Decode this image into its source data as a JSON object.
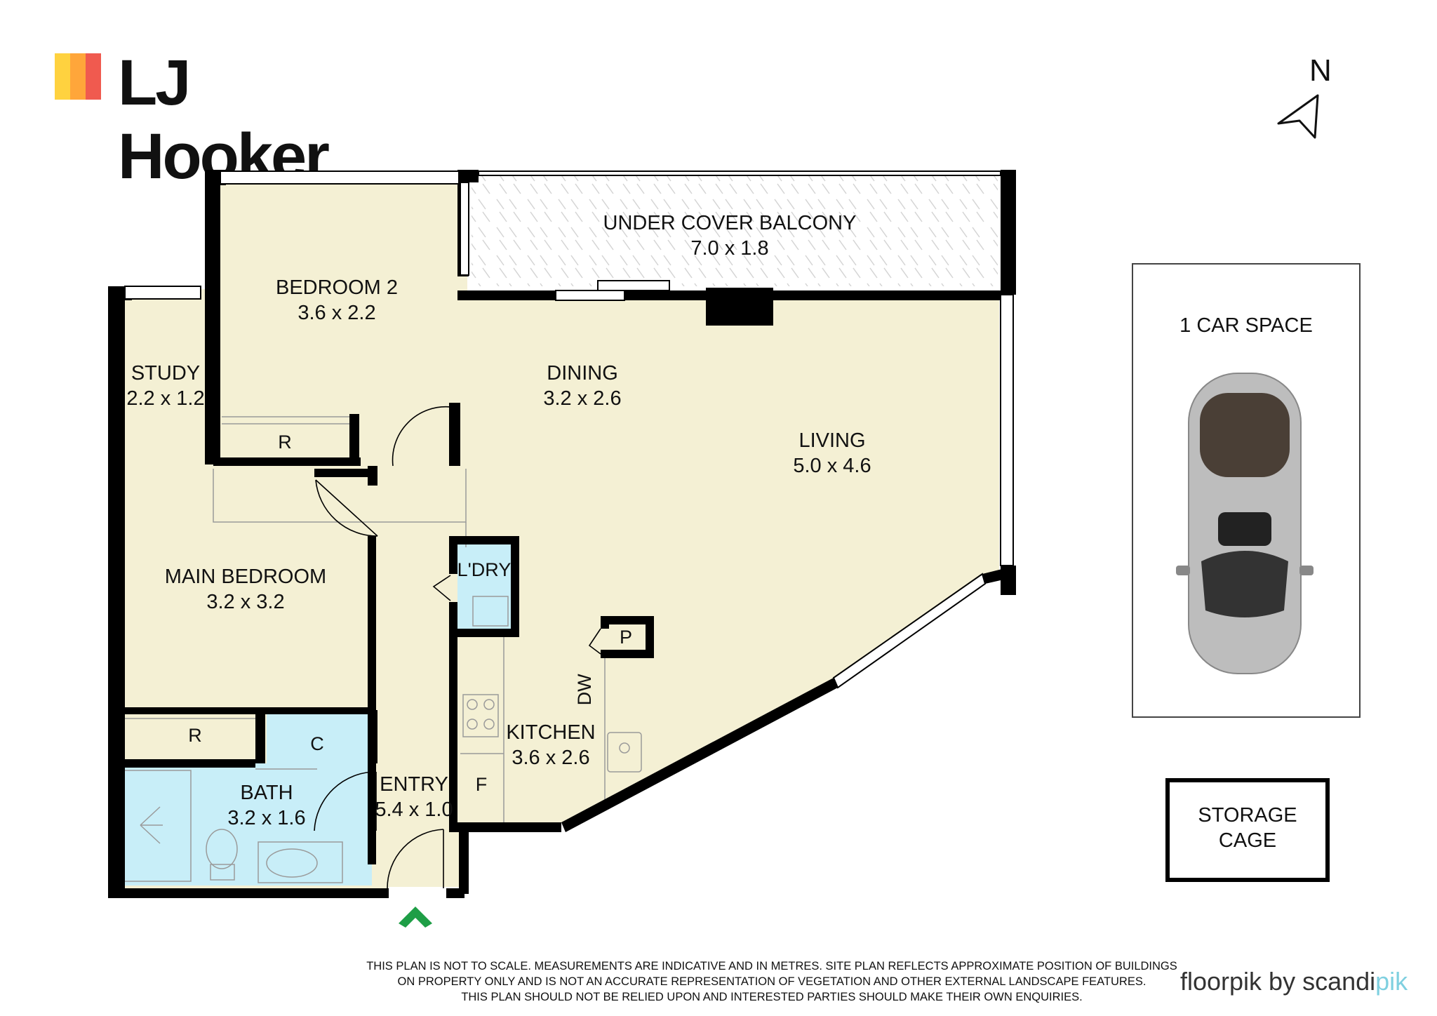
{
  "logo": {
    "text": "LJ Hooker",
    "stripe_colors": [
      "#ffd23f",
      "#ffa63a",
      "#f05a4f"
    ]
  },
  "compass": {
    "label": "N",
    "icon": "north-arrow-icon"
  },
  "rooms": {
    "balcony": {
      "name": "UNDER COVER BALCONY",
      "dims": "7.0 x 1.8"
    },
    "bedroom2": {
      "name": "BEDROOM 2",
      "dims": "3.6 x 2.2"
    },
    "study": {
      "name": "STUDY",
      "dims": "2.2 x 1.2"
    },
    "dining": {
      "name": "DINING",
      "dims": "3.2 x 2.6"
    },
    "living": {
      "name": "LIVING",
      "dims": "5.0 x 4.6"
    },
    "main_bedroom": {
      "name": "MAIN BEDROOM",
      "dims": "3.2 x 3.2"
    },
    "laundry": {
      "name": "L'DRY"
    },
    "kitchen": {
      "name": "KITCHEN",
      "dims": "3.6 x 2.6"
    },
    "bath": {
      "name": "BATH",
      "dims": "3.2 x 1.6"
    },
    "entry": {
      "name": "ENTRY",
      "dims": "5.4 x 1.0"
    }
  },
  "fixtures": {
    "robe_bedroom2": "R",
    "robe_main": "R",
    "cupboard": "C",
    "pantry": "P",
    "fridge": "F",
    "dishwasher": "DW"
  },
  "car_space": {
    "label": "1 CAR SPACE",
    "icon": "car-icon"
  },
  "storage": {
    "line1": "STORAGE",
    "line2": "CAGE"
  },
  "disclaimer": [
    "THIS PLAN IS NOT TO SCALE. MEASUREMENTS ARE INDICATIVE AND IN METRES. SITE PLAN REFLECTS APPROXIMATE POSITION OF BUILDINGS",
    "ON PROPERTY ONLY AND IS NOT AN ACCURATE REPRESENTATION OF VEGETATION AND OTHER EXTERNAL LANDSCAPE FEATURES.",
    "THIS PLAN SHOULD NOT BE RELIED UPON AND INTERESTED PARTIES SHOULD MAKE THEIR OWN ENQUIRIES."
  ],
  "brand": {
    "prefix": "floorpik by scandi",
    "accent": "pik"
  },
  "colors": {
    "floor": "#f4f0d4",
    "wet_area": "#c8eef8",
    "wall": "#000000",
    "entry_arrow": "#1e9e46"
  }
}
